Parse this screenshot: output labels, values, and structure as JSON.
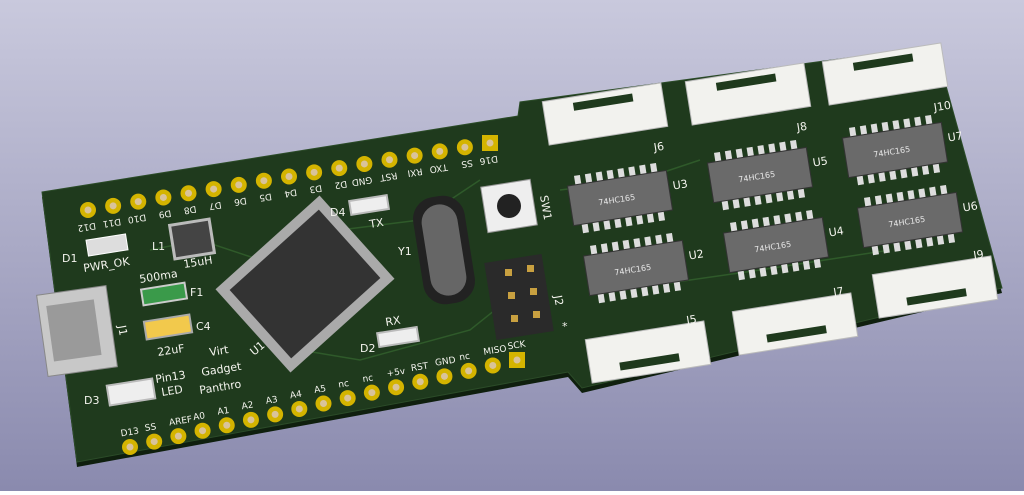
{
  "colors": {
    "background_top": "#c8c8dc",
    "background_bottom": "#8c8cb0",
    "pcb": "#1f3a1d",
    "pad": "#d4b400",
    "silkscreen": "#f4f4ee"
  },
  "board": {
    "title_lines": [
      "Virt",
      "Gadget",
      "Panthro"
    ],
    "top_header_labels": [
      "D12",
      "D11",
      "D10",
      "D9",
      "D8",
      "D7",
      "D6",
      "D5",
      "D4",
      "D3",
      "D2",
      "GND",
      "RST",
      "RXI",
      "TXO",
      "SS",
      "D16"
    ],
    "bottom_header_labels": [
      "D13",
      "SS",
      "AREF",
      "A0",
      "A1",
      "A2",
      "A3",
      "A4",
      "A5",
      "nc",
      "nc",
      "+5v",
      "RST",
      "GND",
      "nc",
      "MISO",
      "SCK"
    ],
    "components": {
      "D1": "D1",
      "pwr_ok": "PWR_OK",
      "L1": "L1",
      "l1_value": "15uH",
      "F1": "F1",
      "f1_value": "500ma",
      "C4": "C4",
      "c4_value": "22uF",
      "J1": "J1",
      "D3": "D3",
      "d3_value_1": "Pin13",
      "d3_value_2": "LED",
      "U1": "U1",
      "D4": "D4",
      "tx": "TX",
      "D2": "D2",
      "rx": "RX",
      "Y1": "Y1",
      "SW1": "SW1",
      "J2": "J2",
      "j2_mark": "*"
    },
    "chips": [
      {
        "ref": "U3",
        "part": "74HC165"
      },
      {
        "ref": "U2",
        "part": "74HC165"
      },
      {
        "ref": "U5",
        "part": "74HC165"
      },
      {
        "ref": "U4",
        "part": "74HC165"
      },
      {
        "ref": "U7",
        "part": "74HC165"
      },
      {
        "ref": "U6",
        "part": "74HC165"
      }
    ],
    "connectors_top": [
      "J6",
      "J8",
      "J10"
    ],
    "connectors_bottom": [
      "J5",
      "J7",
      "J9"
    ]
  }
}
